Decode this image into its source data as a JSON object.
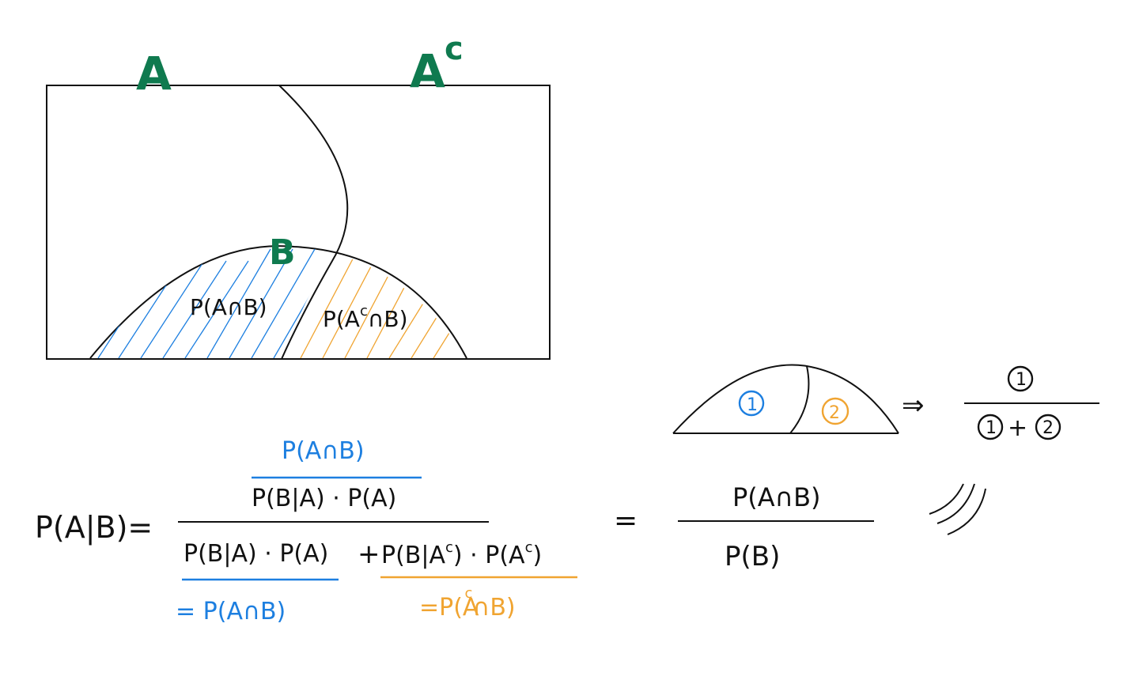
{
  "colors": {
    "ink": "#111111",
    "green": "#0f7a4f",
    "blue": "#1d7fe0",
    "orange": "#f0a431"
  },
  "venn": {
    "label_a": "A",
    "label_ac": "A",
    "label_ac_sup": "c",
    "label_b": "B",
    "region_a_and_b": "P(A∩B)",
    "region_ac_and_b": "P(A",
    "region_ac_and_b_sup": "c",
    "region_ac_and_b_tail": "∩B)"
  },
  "bayes": {
    "lhs": "P(A|B)=",
    "top_numerator": "P(A∩B)",
    "numerator": "P(B|A) · P(A)",
    "denom_first": "P(B|A) · P(A)",
    "denom_plus": "+",
    "denom_second": "P(B|A",
    "denom_second_sup": "c",
    "denom_second_mid": ") · P(A",
    "denom_second_sup2": "c",
    "denom_second_end": ")",
    "note_first": "= P(A∩B)",
    "note_second_pre": "=P(A",
    "note_second_sup": "c",
    "note_second_post": "∩B)",
    "equals": "=",
    "result_num": "P(A∩B)",
    "result_den": "P(B)"
  },
  "mini": {
    "region_one": "1",
    "region_two": "2",
    "arrow": "⇒",
    "frac_num": "1",
    "frac_den_a": "1",
    "frac_plus": "+",
    "frac_den_b": "2"
  }
}
